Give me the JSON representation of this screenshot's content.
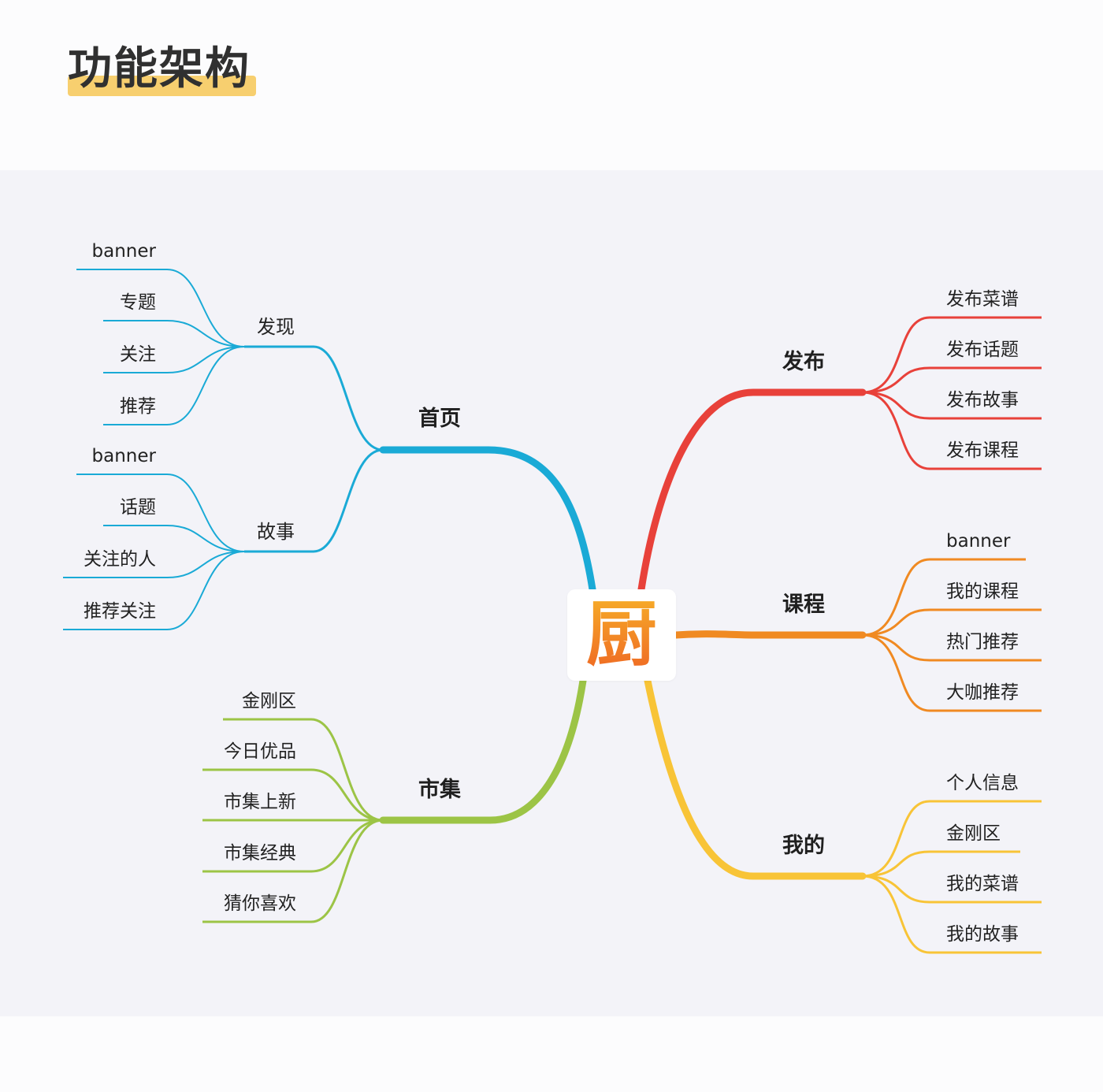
{
  "title": "功能架构",
  "center": {
    "label": "厨",
    "color": "#f08a22"
  },
  "colors": {
    "home": "#1aaad6",
    "market": "#9cc446",
    "publish": "#e8413a",
    "course": "#f08a22",
    "mine": "#f8c437"
  },
  "branches": {
    "home": {
      "label": "首页",
      "subs": [
        {
          "label": "发现",
          "items": [
            "banner",
            "专题",
            "关注",
            "推荐"
          ]
        },
        {
          "label": "故事",
          "items": [
            "banner",
            "话题",
            "关注的人",
            "推荐关注"
          ]
        }
      ]
    },
    "market": {
      "label": "市集",
      "items": [
        "金刚区",
        "今日优品",
        "市集上新",
        "市集经典",
        "猜你喜欢"
      ]
    },
    "publish": {
      "label": "发布",
      "items": [
        "发布菜谱",
        "发布话题",
        "发布故事",
        "发布课程"
      ]
    },
    "course": {
      "label": "课程",
      "items": [
        "banner",
        "我的课程",
        "热门推荐",
        "大咖推荐"
      ]
    },
    "mine": {
      "label": "我的",
      "items": [
        "个人信息",
        "金刚区",
        "我的菜谱",
        "我的故事"
      ]
    }
  }
}
